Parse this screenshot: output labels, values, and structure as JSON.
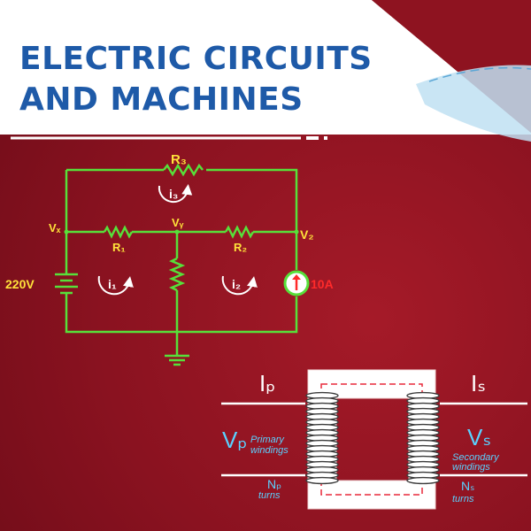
{
  "title": {
    "line1": "ELECTRIC CIRCUITS",
    "line2": "AND MACHINES"
  },
  "circuit": {
    "labels": {
      "r3": "R₃",
      "i3": "i₃",
      "vx": "Vₓ",
      "vy": "Vᵧ",
      "vz": "V₂",
      "r1": "R₁",
      "r2": "R₂",
      "source_voltage": "220V",
      "i1": "i₁",
      "i2": "i₂",
      "source_current": "10A"
    }
  },
  "transformer": {
    "labels": {
      "ip": "Iₚ",
      "is": "Iₛ",
      "vp": "Vₚ",
      "vs": "Vₛ",
      "primary_line1": "Primary",
      "primary_line2": "windings",
      "secondary_line1": "Secondary",
      "secondary_line2": "windings",
      "np": "Nₚ",
      "np_turns": "turns",
      "ns": "Nₛ",
      "ns_turns": "turns"
    }
  },
  "colors": {
    "background": "#8e1320",
    "title": "#1e5aa8",
    "circuit_wire": "#57e03a",
    "circuit_label": "#ffe23a",
    "loop_arrow": "#ffffff",
    "current_source": "#ff2a2a",
    "transformer_wire": "#ffffff",
    "transformer_label": "#5ad1ff",
    "core_dash": "#e8283a"
  }
}
